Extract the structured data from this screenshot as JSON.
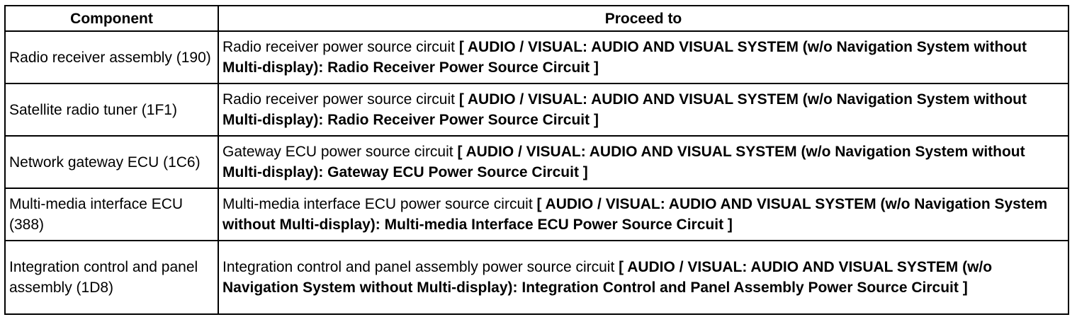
{
  "table": {
    "headers": {
      "component": "Component",
      "proceed_to": "Proceed to"
    },
    "rows": [
      {
        "component": "Radio receiver assembly (190)",
        "circuit": "Radio receiver power source circuit",
        "reference": "[ AUDIO / VISUAL: AUDIO AND VISUAL SYSTEM (w/o Navigation System without Multi-display): Radio Receiver Power Source Circuit ]"
      },
      {
        "component": "Satellite radio tuner (1F1)",
        "circuit": "Radio receiver power source circuit",
        "reference": "[ AUDIO / VISUAL: AUDIO AND VISUAL SYSTEM (w/o Navigation System without Multi-display): Radio Receiver Power Source Circuit ]"
      },
      {
        "component": "Network gateway ECU (1C6)",
        "circuit": "Gateway ECU power source circuit",
        "reference": "[ AUDIO / VISUAL: AUDIO AND VISUAL SYSTEM (w/o Navigation System without Multi-display): Gateway ECU Power Source Circuit ]"
      },
      {
        "component": "Multi-media interface ECU (388)",
        "circuit": "Multi-media interface ECU power source circuit",
        "reference": "[ AUDIO / VISUAL: AUDIO AND VISUAL SYSTEM (w/o Navigation System without Multi-display): Multi-media Interface ECU Power Source Circuit ]"
      },
      {
        "component": "Integration control and panel assembly (1D8)",
        "circuit": "Integration control and panel assembly power source circuit",
        "reference": "[ AUDIO / VISUAL: AUDIO AND VISUAL SYSTEM (w/o Navigation System without Multi-display): Integration Control and Panel Assembly Power Source Circuit ]"
      }
    ]
  }
}
